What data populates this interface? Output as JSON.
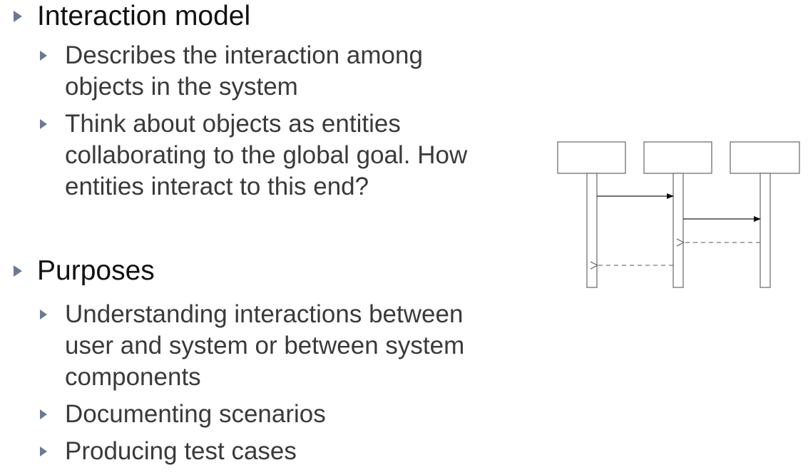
{
  "sections": [
    {
      "heading": "Interaction model",
      "items": [
        "Describes the interaction among objects in the system",
        "Think about objects as entities collaborating to the global goal. How entities interact to this end?"
      ]
    },
    {
      "heading": "Purposes",
      "items": [
        "Understanding interactions between user and system or between system components",
        "Documenting scenarios",
        "Producing test cases"
      ]
    }
  ],
  "icons": {
    "bullet": "triangle-bullet-icon",
    "bullet_color": "#6b7a8f"
  },
  "diagram": {
    "type": "sequence-diagram",
    "lifelines": 3,
    "messages": [
      {
        "from": 1,
        "to": 2,
        "style": "solid-arrow"
      },
      {
        "from": 2,
        "to": 3,
        "style": "solid-arrow"
      },
      {
        "from": 3,
        "to": 2,
        "style": "dashed-return"
      },
      {
        "from": 2,
        "to": 1,
        "style": "dashed-return"
      }
    ]
  }
}
